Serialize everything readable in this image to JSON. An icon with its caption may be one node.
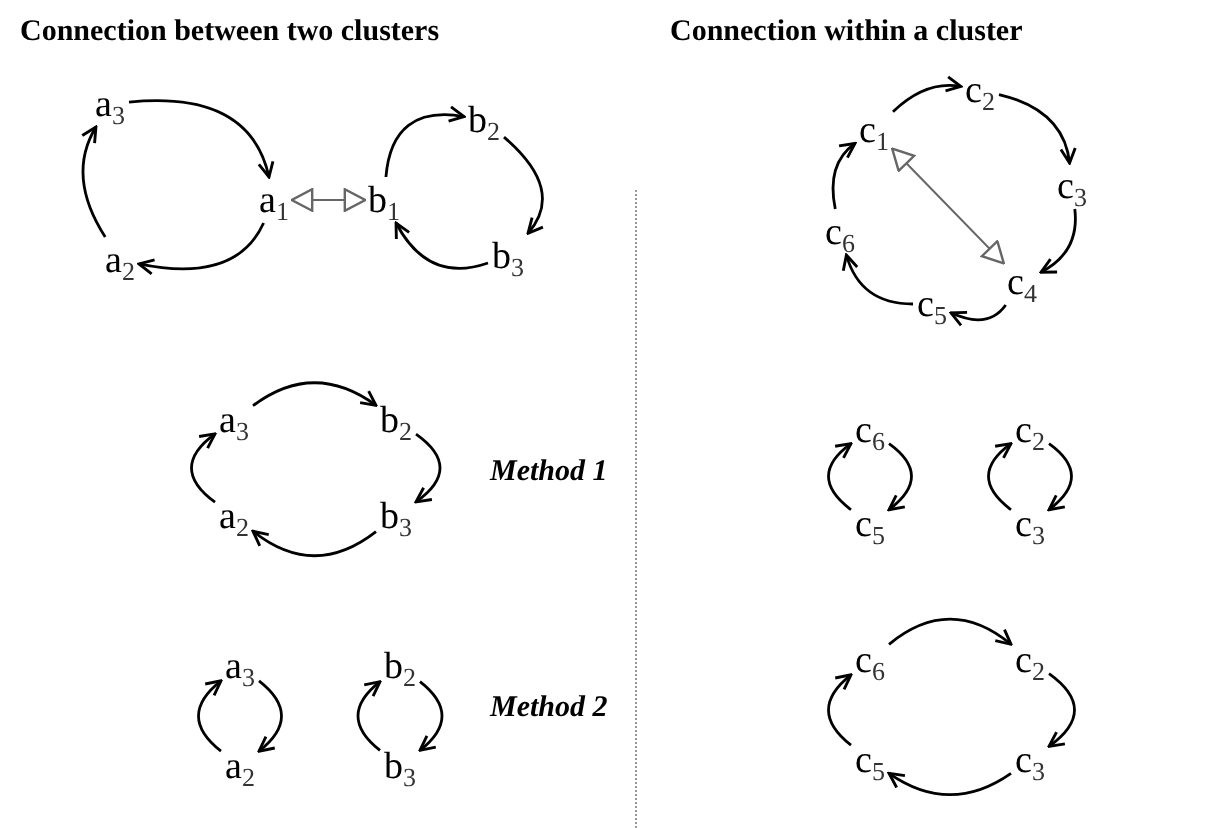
{
  "diagram": {
    "nodes": [
      {
        "text": [
          "a$_{3}$"
        ]
      },
      {
        "text": [
          "b$_{2}$"
        ]
      },
      {
        "text": [
          "a$_{1}$"
        ]
      },
      {
        "text": [
          "b$_{1}$"
        ]
      },
      {
        "text": [
          "a$_{2}$"
        ]
      },
      {
        "text": [
          "b$_{3}$"
        ]
      },
      {
        "text": [
          "c$_{2}$"
        ]
      },
      {
        "text": [
          "c$_{1}$"
        ]
      },
      {
        "text": [
          "c$_{3}$"
        ]
      },
      {
        "text": [
          "c$_{6}$"
        ]
      },
      {
        "text": [
          "c$_{4}$"
        ]
      },
      {
        "text": [
          "c$_{5}$"
        ]
      },
      {
        "text": [
          "a$_{3}$"
        ]
      },
      {
        "text": [
          "b$_{2}$"
        ]
      },
      {
        "text": [
          "a$_{2}$"
        ]
      },
      {
        "text": [
          "b$_{3}$"
        ]
      },
      {
        "text": [
          "c$_{6}$"
        ]
      },
      {
        "text": [
          "c$_{2}$"
        ]
      },
      {
        "text": [
          "c$_{5}$"
        ]
      },
      {
        "text": [
          "c$_{3}$"
        ]
      },
      {
        "text": [
          "a$_{3}$"
        ]
      },
      {
        "text": [
          "b$_{2}$"
        ]
      },
      {
        "text": [
          "a$_{2}$"
        ]
      },
      {
        "text": [
          "b$_{3}$"
        ]
      },
      {
        "text": [
          "c$_{6}$"
        ]
      },
      {
        "text": [
          "c$_{2}$"
        ]
      },
      {
        "text": [
          "c$_{5}$"
        ]
      },
      {
        "text": [
          "c$_{3}$"
        ]
      }
    ],
    "edges": [
      {
        "from": 0,
        "to": 2,
        "arrow": "to"
      },
      {
        "from": 2,
        "to": 4,
        "arrow": "to"
      },
      {
        "from": 4,
        "to": 0,
        "arrow": "to"
      },
      {
        "from": 3,
        "to": 1,
        "arrow": "to"
      },
      {
        "from": 1,
        "to": 5,
        "arrow": "to"
      },
      {
        "from": 5,
        "to": 3,
        "arrow": "to"
      },
      {
        "from": 2,
        "to": 3,
        "arrow": "both",
        "color": "#666666"
      },
      {
        "from": 7,
        "to": 6,
        "arrow": "to"
      },
      {
        "from": 6,
        "to": 8,
        "arrow": "to"
      },
      {
        "from": 8,
        "to": 10,
        "arrow": "to"
      },
      {
        "from": 10,
        "to": 11,
        "arrow": "to"
      },
      {
        "from": 11,
        "to": 9,
        "arrow": "to"
      },
      {
        "from": 9,
        "to": 7,
        "arrow": "to"
      },
      {
        "from": 7,
        "to": 10,
        "arrow": "both",
        "color": "#666666"
      },
      {
        "from": 12,
        "to": 13,
        "arrow": "to"
      },
      {
        "from": 13,
        "to": 15,
        "arrow": "to"
      },
      {
        "from": 15,
        "to": 14,
        "arrow": "to"
      },
      {
        "from": 14,
        "to": 12,
        "arrow": "to"
      },
      {
        "from": 18,
        "to": 16,
        "arrow": "to"
      },
      {
        "from": 16,
        "to": 18,
        "arrow": "to"
      },
      {
        "from": 19,
        "to": 17,
        "arrow": "to"
      },
      {
        "from": 17,
        "to": 19,
        "arrow": "to"
      },
      {
        "from": 22,
        "to": 20,
        "arrow": "to"
      },
      {
        "from": 20,
        "to": 22,
        "arrow": "to"
      },
      {
        "from": 23,
        "to": 21,
        "arrow": "to"
      },
      {
        "from": 21,
        "to": 23,
        "arrow": "to"
      },
      {
        "from": 24,
        "to": 25,
        "arrow": "to"
      },
      {
        "from": 25,
        "to": 27,
        "arrow": "to"
      },
      {
        "from": 27,
        "to": 26,
        "arrow": "to"
      },
      {
        "from": 26,
        "to": 24,
        "arrow": "to"
      }
    ],
    "labels": [
      "Connection between two clusters",
      "Connection within a cluster",
      "Method 1",
      "Method 2"
    ]
  }
}
